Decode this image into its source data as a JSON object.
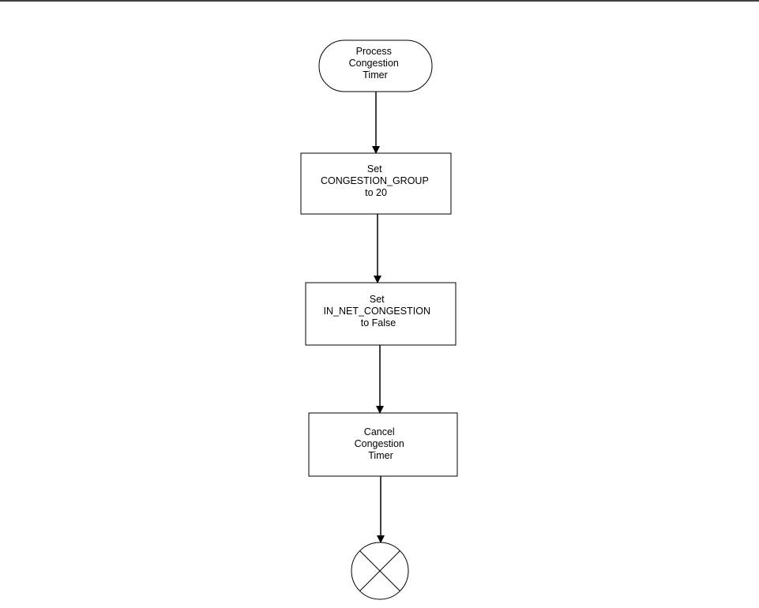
{
  "nodes": {
    "start": {
      "lines": [
        "Process",
        "Congestion",
        "Timer"
      ]
    },
    "set_group": {
      "lines": [
        "Set",
        "CONGESTION_GROUP",
        "to 20"
      ]
    },
    "set_net": {
      "lines": [
        "Set",
        "IN_NET_CONGESTION",
        "to False"
      ]
    },
    "cancel_timer": {
      "lines": [
        "Cancel",
        "Congestion",
        "Timer"
      ]
    }
  },
  "colors": {
    "line": "#000000",
    "background": "#ffffff"
  }
}
